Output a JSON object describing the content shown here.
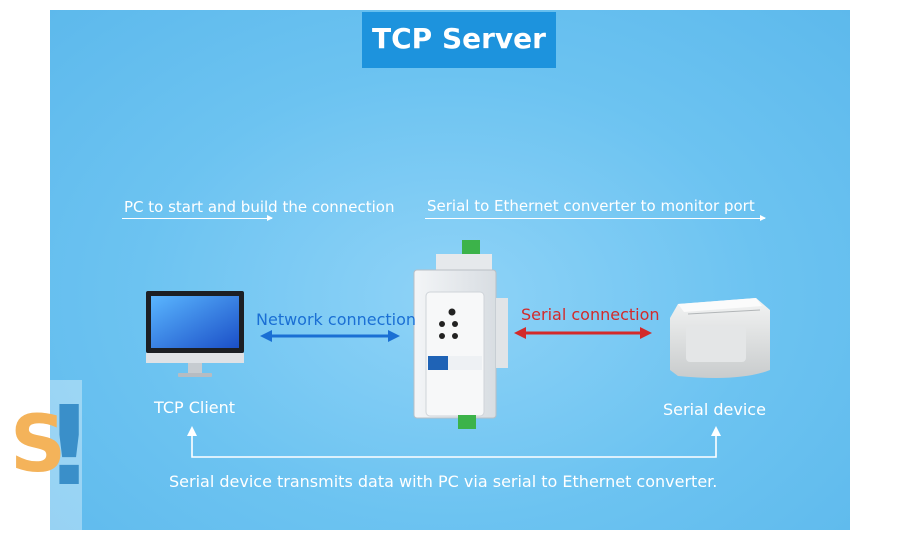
{
  "title": "TCP Server",
  "left_caption": "PC to start and build the connection",
  "right_caption": "Serial to Ethernet converter to monitor port",
  "network_connection": "Network connection",
  "serial_connection": "Serial connection",
  "tcp_client": "TCP Client",
  "serial_device": "Serial device",
  "bottom_caption": "Serial device transmits data with PC via serial to Ethernet converter.",
  "colors": {
    "background": "#6cc3f1",
    "title_bg": "#1d93dd",
    "network_arrow": "#1a6fd4",
    "serial_arrow": "#d32a2a"
  },
  "icons": {
    "computer": "desktop-monitor-icon",
    "converter": "din-rail-converter-icon",
    "printer": "receipt-printer-icon",
    "logo": "brand-logo-icon"
  }
}
